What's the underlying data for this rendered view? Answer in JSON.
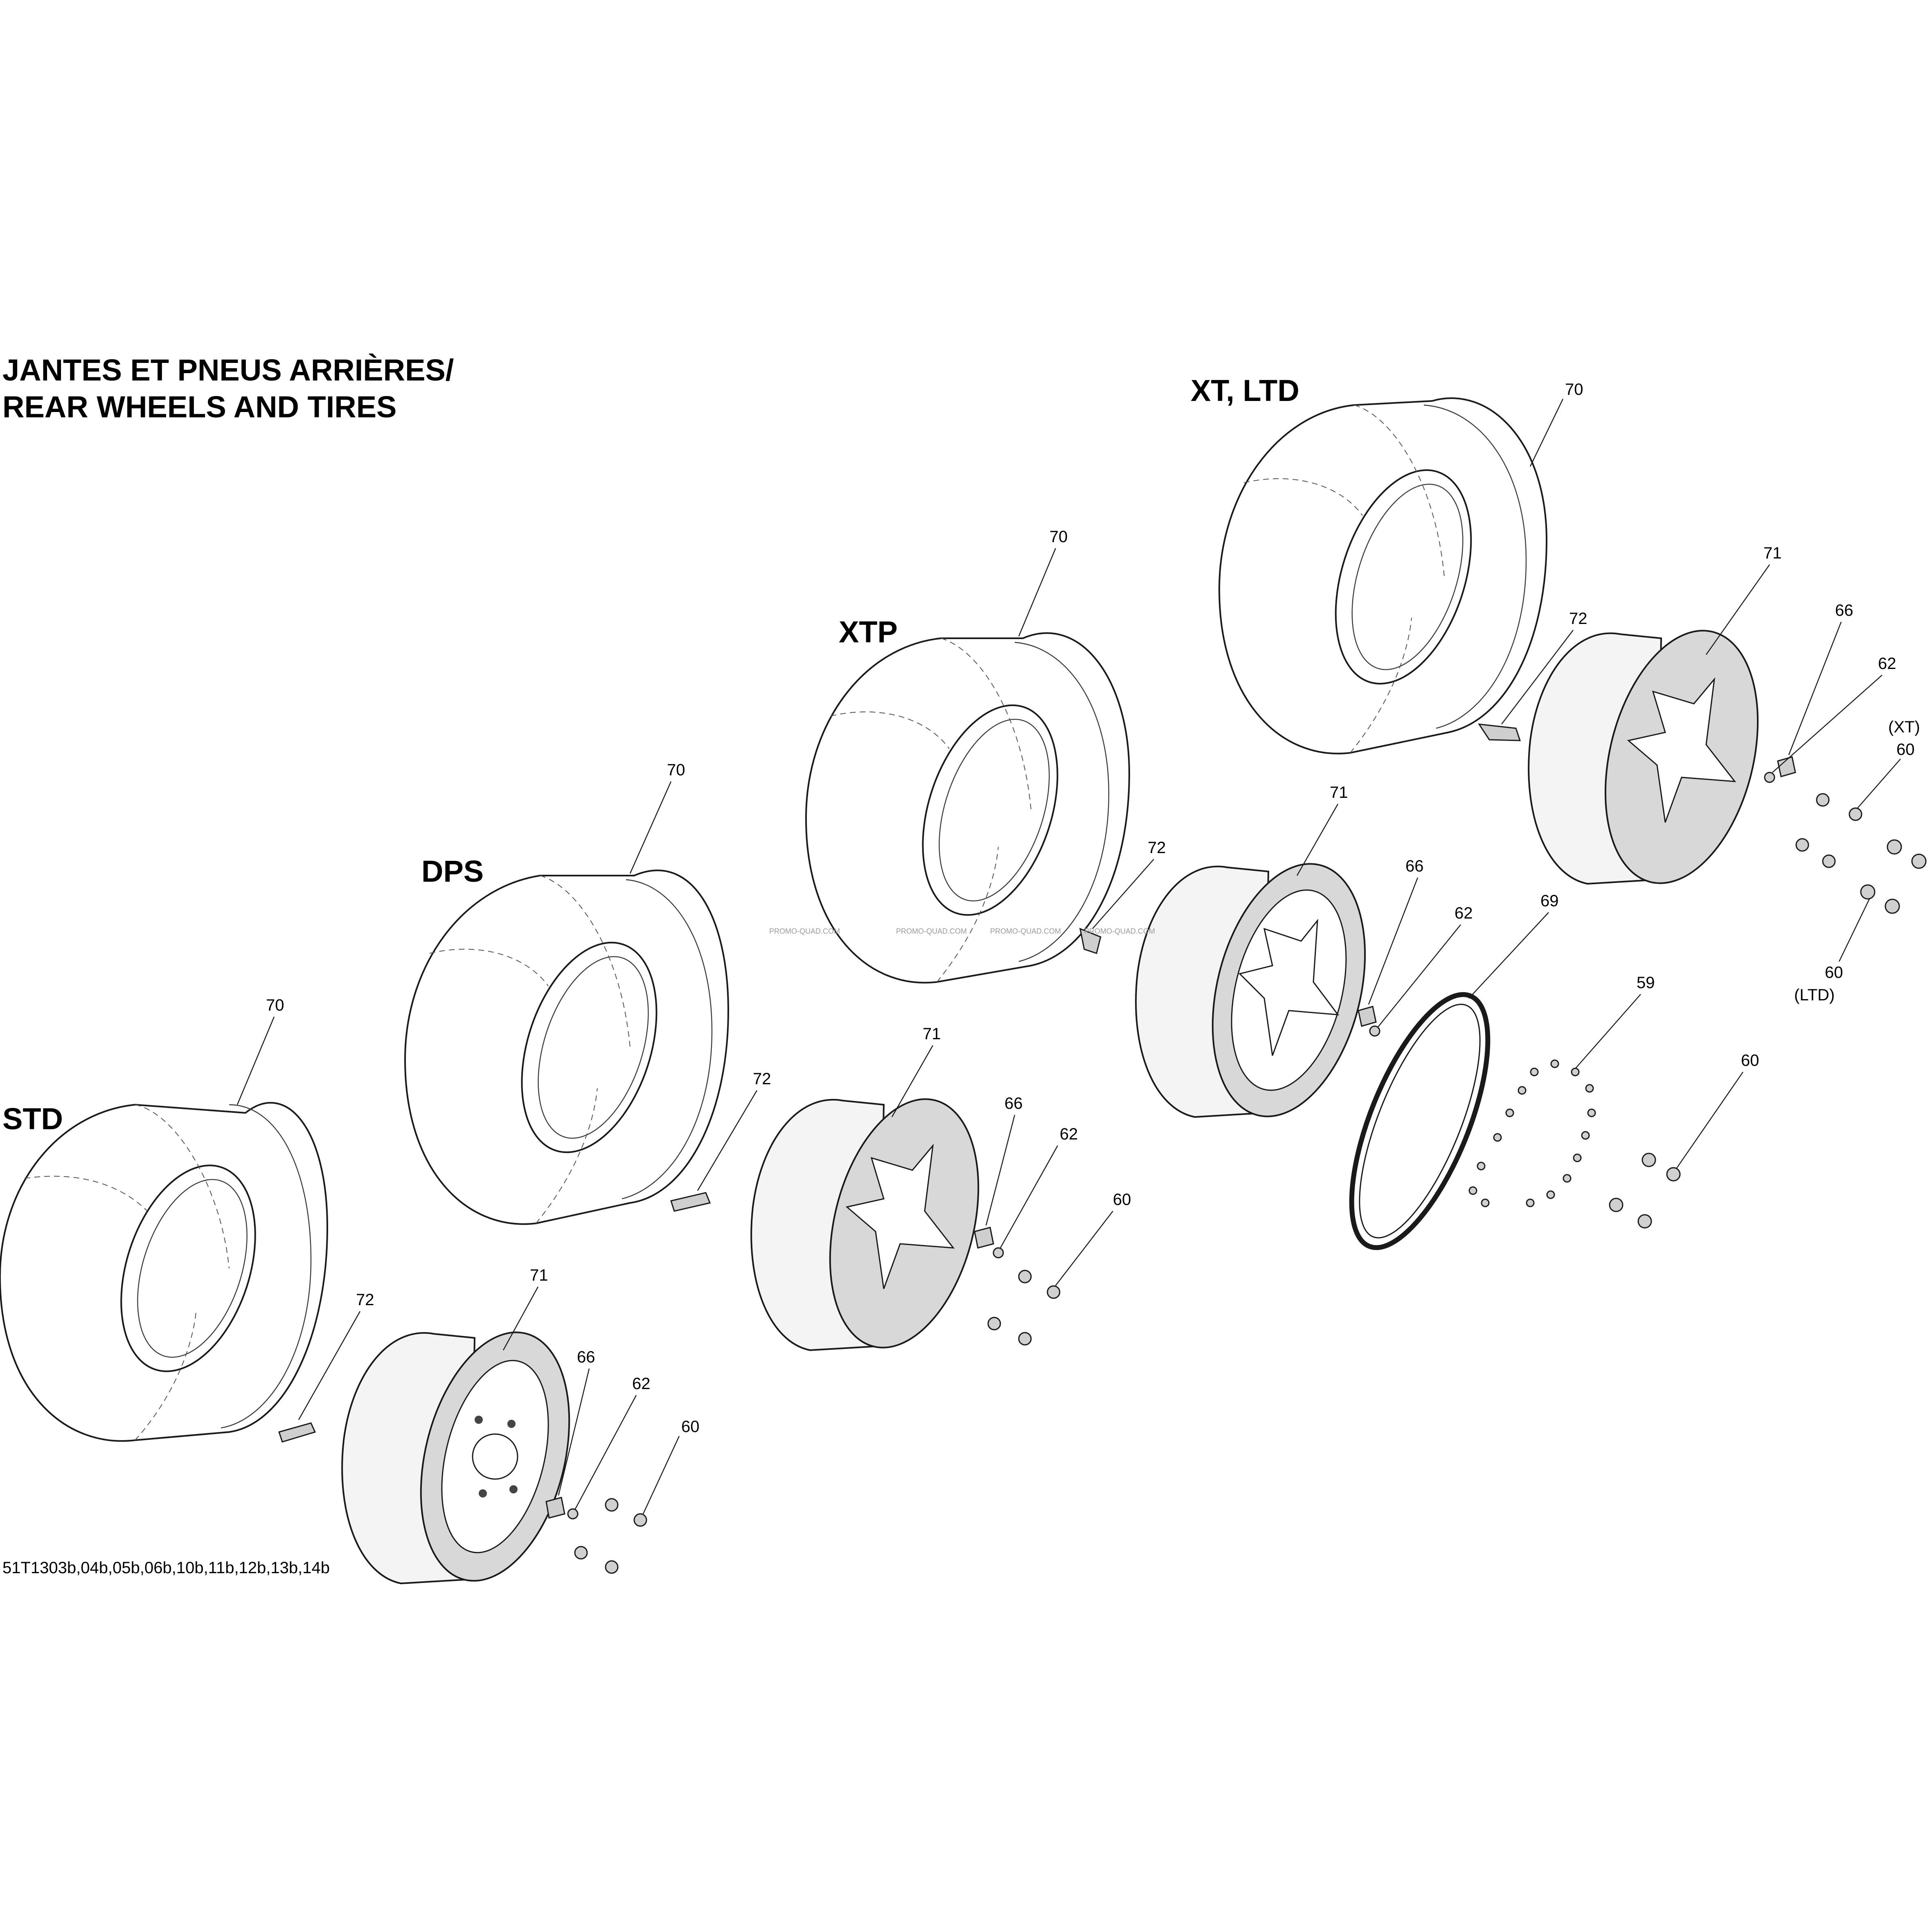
{
  "title": {
    "line1": "JANTES ET PNEUS ARRIÈRES/",
    "line2": "REAR WHEELS AND TIRES"
  },
  "variants": {
    "std": "STD",
    "dps": "DPS",
    "xtp": "XTP",
    "xt_ltd": "XT, LTD"
  },
  "callouts": {
    "std": {
      "tire": "70",
      "valve_stem": "72",
      "rim": "71",
      "part_66": "66",
      "part_62": "62",
      "wheel_nut": "60"
    },
    "dps": {
      "tire": "70",
      "valve_stem": "72",
      "rim": "71",
      "part_66": "66",
      "part_62": "62",
      "wheel_nut": "60"
    },
    "xtp": {
      "tire": "70",
      "valve_stem": "72",
      "rim": "71",
      "part_66": "66",
      "part_62": "62",
      "beadlock_ring": "69",
      "screw": "59",
      "wheel_nut": "60"
    },
    "xt_ltd": {
      "tire": "70",
      "valve_stem": "72",
      "rim": "71",
      "part_66": "66",
      "part_62": "62",
      "wheel_nut_xt_label": "(XT)",
      "wheel_nut_xt": "60",
      "wheel_nut_ltd": "60",
      "wheel_nut_ltd_label": "(LTD)"
    }
  },
  "reference": "51T1303b,04b,05b,06b,10b,11b,12b,13b,14b",
  "watermark": "PROMO-QUAD.COM"
}
